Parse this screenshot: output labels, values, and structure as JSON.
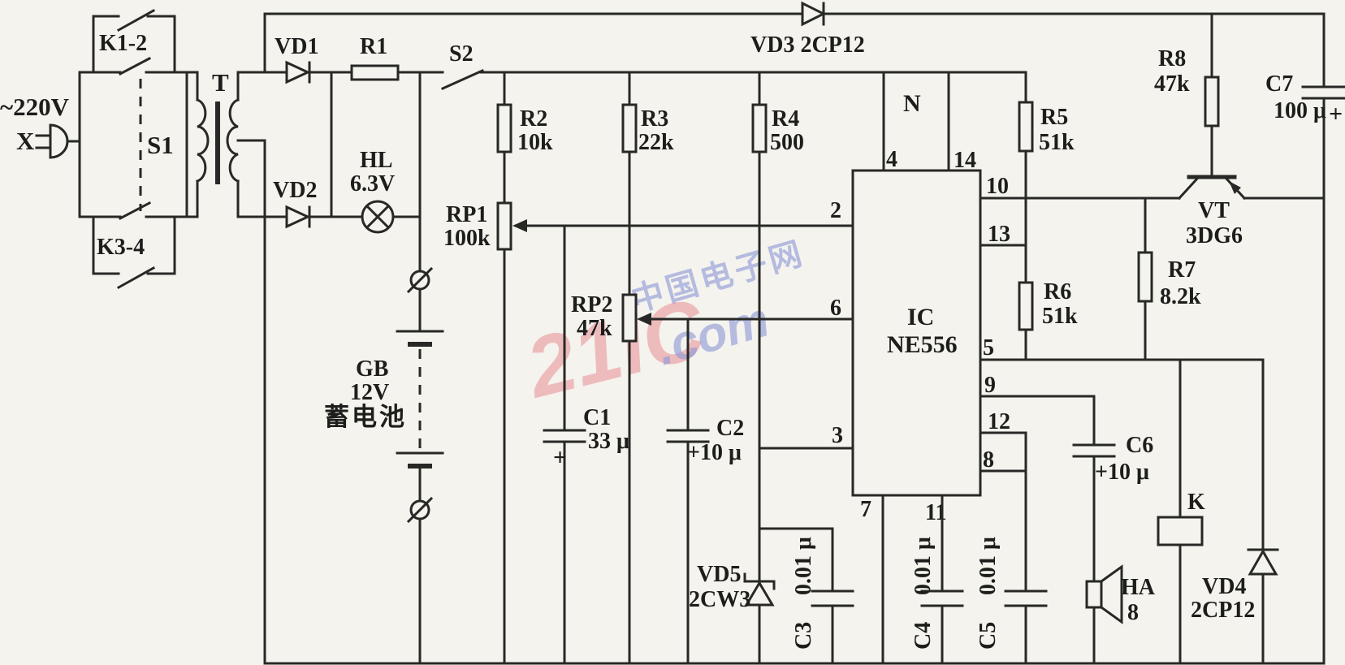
{
  "colors": {
    "paper": "#f4f3ee",
    "ink": "#282826",
    "text": "#1d1d1b",
    "watermark_red": "#e98c94",
    "watermark_blue": "#8a96d6"
  },
  "power": {
    "mains": "~220V",
    "plug_label": "X"
  },
  "contacts": {
    "k12": "K1-2",
    "k34": "K3-4"
  },
  "switches": {
    "s1": "S1",
    "s2": "S2"
  },
  "transformer": {
    "label": "T"
  },
  "lamp": {
    "name": "HL",
    "value": "6.3V"
  },
  "battery": {
    "name": "GB",
    "value": "12V",
    "kind": "蓄电池"
  },
  "diodes": {
    "vd1": "VD1",
    "vd2": "VD2",
    "vd3": "VD3 2CP12",
    "vd4": {
      "name": "VD4",
      "part": "2CP12"
    },
    "vd5": {
      "name": "VD5",
      "part": "2CW3"
    }
  },
  "resistors": {
    "r1": {
      "name": "R1"
    },
    "r2": {
      "name": "R2",
      "value": "10k"
    },
    "r3": {
      "name": "R3",
      "value": "22k"
    },
    "r4": {
      "name": "R4",
      "value": "500"
    },
    "r5": {
      "name": "R5",
      "value": "51k"
    },
    "r6": {
      "name": "R6",
      "value": "51k"
    },
    "r7": {
      "name": "R7",
      "value": "8.2k"
    },
    "r8": {
      "name": "R8",
      "value": "47k"
    }
  },
  "potentiometers": {
    "rp1": {
      "name": "RP1",
      "value": "100k"
    },
    "rp2": {
      "name": "RP2",
      "value": "47k"
    }
  },
  "capacitors": {
    "c1": {
      "name": "C1",
      "value": "33 μ",
      "polarity": "+"
    },
    "c2": {
      "name": "C2",
      "value": "+10 μ"
    },
    "c3": {
      "name": "C3",
      "value": "0.01 μ"
    },
    "c4": {
      "name": "C4",
      "value": "0.01 μ"
    },
    "c5": {
      "name": "C5",
      "value": "0.01 μ"
    },
    "c6": {
      "name": "C6",
      "value": "+10 μ"
    },
    "c7": {
      "name": "C7",
      "value": "100 μ",
      "polarity": "+"
    }
  },
  "ic": {
    "name": "IC",
    "part": "NE556",
    "aux_block": "N",
    "pins": {
      "p2": "2",
      "p3": "3",
      "p4": "4",
      "p5": "5",
      "p6": "6",
      "p7": "7",
      "p8": "8",
      "p9": "9",
      "p10": "10",
      "p11": "11",
      "p12": "12",
      "p13": "13",
      "p14": "14"
    }
  },
  "transistor": {
    "name": "VT",
    "part": "3DG6"
  },
  "relay": {
    "coil": "K"
  },
  "speaker": {
    "name": "HA",
    "value": "8"
  },
  "watermark": {
    "brand": "21IC",
    "suffix": ".com",
    "site_cn": "中国电子网"
  }
}
